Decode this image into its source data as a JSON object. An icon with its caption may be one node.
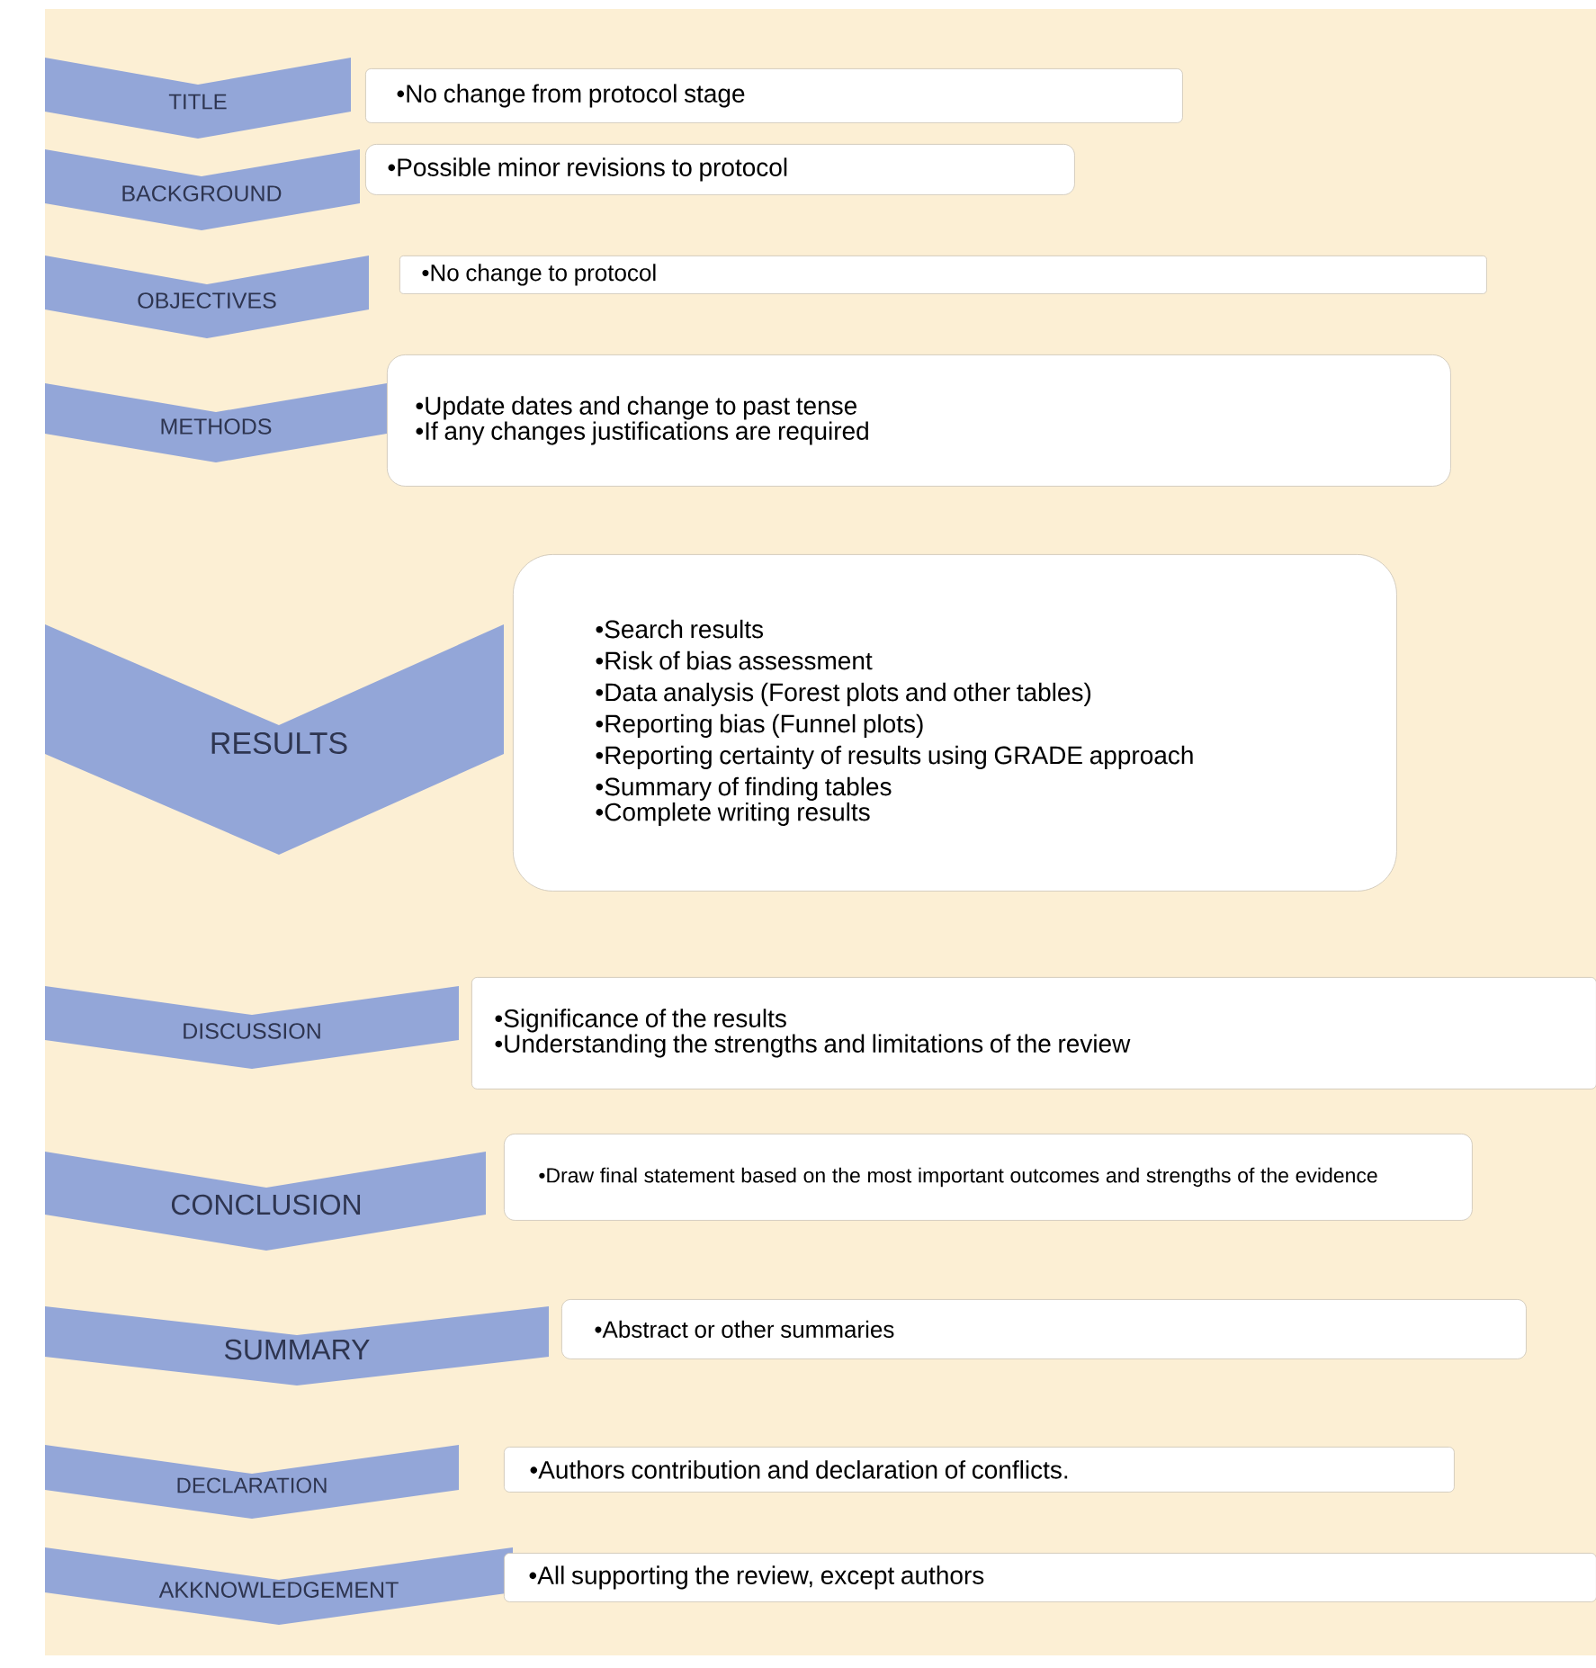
{
  "diagram": {
    "nodes": [
      {
        "text": [
          "TITLE"
        ]
      },
      {
        "text": [
          "•No change from protocol stage"
        ]
      },
      {
        "text": [
          "BACKGROUND"
        ]
      },
      {
        "text": [
          "•Possible minor revisions to protocol"
        ]
      },
      {
        "text": [
          "OBJECTIVES"
        ]
      },
      {
        "text": [
          "•No change to protocol"
        ]
      },
      {
        "text": [
          "METHODS"
        ]
      },
      {
        "text": [
          "•Update dates and change to past tense",
          "•If any changes justifications are required"
        ]
      },
      {
        "text": [
          "RESULTS"
        ]
      },
      {
        "text": [
          "•Search results",
          "•Risk of bias assessment",
          "•Data analysis (Forest plots and other tables)",
          "•Reporting bias (Funnel plots)",
          "•Reporting certainty of results using GRADE approach",
          "•Summary of finding tables",
          "•Complete writing results"
        ]
      },
      {
        "text": [
          "DISCUSSION"
        ]
      },
      {
        "text": [
          "•Significance of the results",
          "•Understanding the strengths and limitations of the review"
        ]
      },
      {
        "text": [
          "CONCLUSION"
        ]
      },
      {
        "text": [
          "•Draw final statement based on the most important outcomes and strengths of the evidence"
        ]
      },
      {
        "text": [
          "SUMMARY"
        ]
      },
      {
        "text": [
          "•Abstract or other summaries"
        ]
      },
      {
        "text": [
          "DECLARATION"
        ]
      },
      {
        "text": [
          "•Authors contribution and declaration of conflicts."
        ]
      },
      {
        "text": [
          "AKKNOWLEDGEMENT"
        ]
      },
      {
        "text": [
          "•All supporting the review, except authors"
        ]
      }
    ]
  }
}
